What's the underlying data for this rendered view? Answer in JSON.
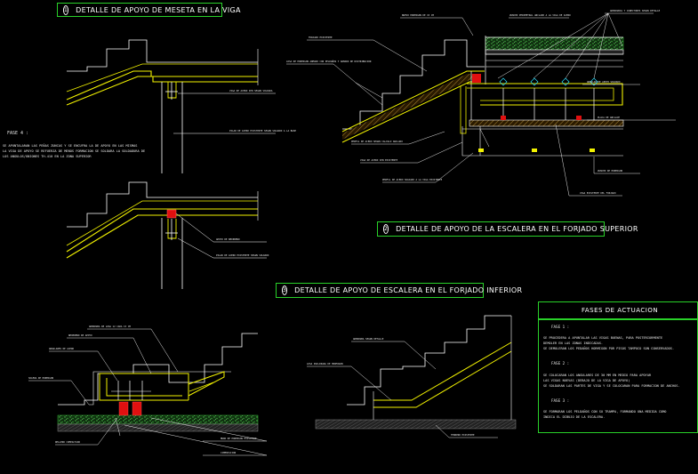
{
  "titles": {
    "meseta": {
      "num": "1",
      "text": "DETALLE DE APOYO DE MESETA EN LA VIGA"
    },
    "superior": {
      "num": "2",
      "text": "DETALLE DE APOYO DE LA ESCALERA EN EL FORJADO SUPERIOR"
    },
    "inferior": {
      "num": "3",
      "text": "DETALLE DE APOYO DE ESCALERA EN EL FORJADO INFERIOR"
    }
  },
  "left_note": {
    "heading": "FASE 4 :",
    "lines": [
      "SE APUNTALARAN LAS PEÑAS ZUNCAS Y SE ENCUFRA LA DE APOYO EN LAS MISMAS",
      "LA VIGA DE APOYO SE REFUERZA DE MENOS FORMACION SE SOLDARA LA SOLDADURA DE",
      "LOS ANGULOS/UNIONES TH-410 EN LA ZONA SUPERIOR"
    ]
  },
  "fases": {
    "header": "FASES DE ACTUACION",
    "groups": [
      {
        "heading": "FASE 1 :",
        "lines": [
          "SE PROCEDERA A APUNTALAR LAS VIGAS BUENAS, PARA POSTERIORMENTE",
          "DEMOLER EN LAS ZONAS INDICADAS.",
          "SE DEMOLERAN LOS PEDAÑOS HORMIGON POR PISOS TAMPOCO SON CONSERVADOS."
        ]
      },
      {
        "heading": "FASE 2 :",
        "lines": [
          "SE COLOCARAN LOS ANGULARES DE 30 MM EN MEDIO PARA APOYAR",
          "LAS VIGAS NUEVAS (DEBAJO DE LA VIGA DE APOYO)",
          "SE SOLDARAN LAS PARTES DE VIGA Y SE COLOCARAN PARA FORMACION DE ANCHOS."
        ]
      },
      {
        "heading": "FASE 3 :",
        "lines": [
          "SE FORMARAN LOS PELDAÑOS CON SU TRAMPA, FORMANDO UNA MEDIDA COMO",
          "INDICA EL DIBUJO DE LA ESCALERA."
        ]
      }
    ]
  },
  "leader_labels": {
    "d1_beam": "VIGA DE ACERO IPN SEGUN SOLDADA",
    "d1_pillar": "PILAR DE ACERO EXISTENTE SEGUN SOLDADO A LA BASE",
    "d1_red": "APOYO DE NEOPRENO",
    "d1_pillar2": "PILAR DE ACERO EXISTENTE SEGUN SOLDADO",
    "d2_a": "NUEVO HORMIGON DE 15 CM",
    "d2_b": "ZUNCHO PERIMETRAL ANCLADO A LA VIGA DE ACERO",
    "d2_c": "ARMADURAS Y CONECTORES SEGUN DETALLE",
    "d2_d": "FORJADO EXISTENTE",
    "d2_e": "LOSA DE HORMIGON ARMADO CON PELDAÑOS Y ARMADO DE DISTRIBUCION",
    "d2_f": "ANGULAR DE APOYO SOLDADO",
    "d2_g": "PLACA DE ANCLAJE",
    "d2_h": "PERFIL DE ACERO SEGUN CALCULO ANCLADO",
    "d2_i": "VIGA DE ACERO IPN EXISTENTE",
    "d2_j": "PERFIL DE ACERO SOLDADO A LA VIGA EXISTENTE",
    "d2_k": "ZUNCHO DE HORMIGON",
    "d2_l": "VIGA EXISTENTE DEL FORJADO",
    "d3_a": "ARMADURA DE LOSA 12 CADA 15 CM",
    "d3_b": "NEOPRENO DE APOYO",
    "d3_c": "ANGULARES DE ACERO",
    "d3_d": "SOLERA DE HORMIGON",
    "d3_e": "RELLENO COMPACTADO",
    "d3_f": "MURO DE HORMIGON EXISTENTE",
    "d3_g": "CIMENTACION",
    "d3_h": "ARMADURA SEGUN DETALLE",
    "d3_i": "LOSA INCLINADA DE HORMIGON",
    "d3_j": "TERRENO EXISTENTE"
  },
  "colors": {
    "frame": "#29d129",
    "stair": "#f2f200",
    "structure": "#ffffff",
    "gravel": "#3aa83a",
    "neoprene": "#e01010",
    "hatch": "#c8a040",
    "connector": "#28e0ff"
  }
}
